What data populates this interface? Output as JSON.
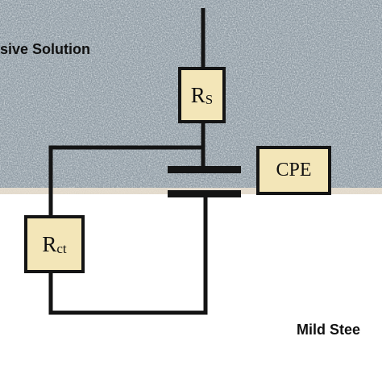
{
  "regions": {
    "solution_label": "sive Solution",
    "steel_label": "Mild Stee"
  },
  "components": {
    "rs": {
      "main": "R",
      "sub": "S"
    },
    "cpe": {
      "label": "CPE"
    },
    "rct": {
      "main": "R",
      "sub": "ct"
    }
  },
  "colors": {
    "solution": "#ebe2d3",
    "steel_base": "#a9b4bb",
    "component_fill": "#f3e6b8",
    "wire": "#141414"
  }
}
